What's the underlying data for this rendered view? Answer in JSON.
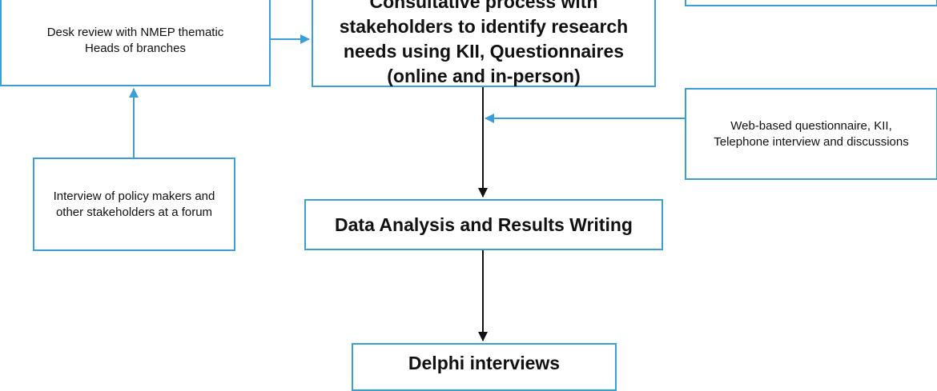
{
  "diagram": {
    "nodes": {
      "desk_review": "Desk review with NMEP thematic\nHeads of branches",
      "consultative": "Consultative process with\nstakeholders to identify research\nneeds using KII, Questionnaires\n(online and in-person)",
      "web_based": "Web-based questionnaire, KII,\nTelephone interview and discussions",
      "interview_forum": "Interview of policy makers and\nother stakeholders at a forum",
      "data_analysis": "Data Analysis and Results Writing",
      "delphi": "Delphi interviews"
    },
    "colors": {
      "accent_blue": "#3a9fd6",
      "arrow_black": "#111111"
    }
  }
}
